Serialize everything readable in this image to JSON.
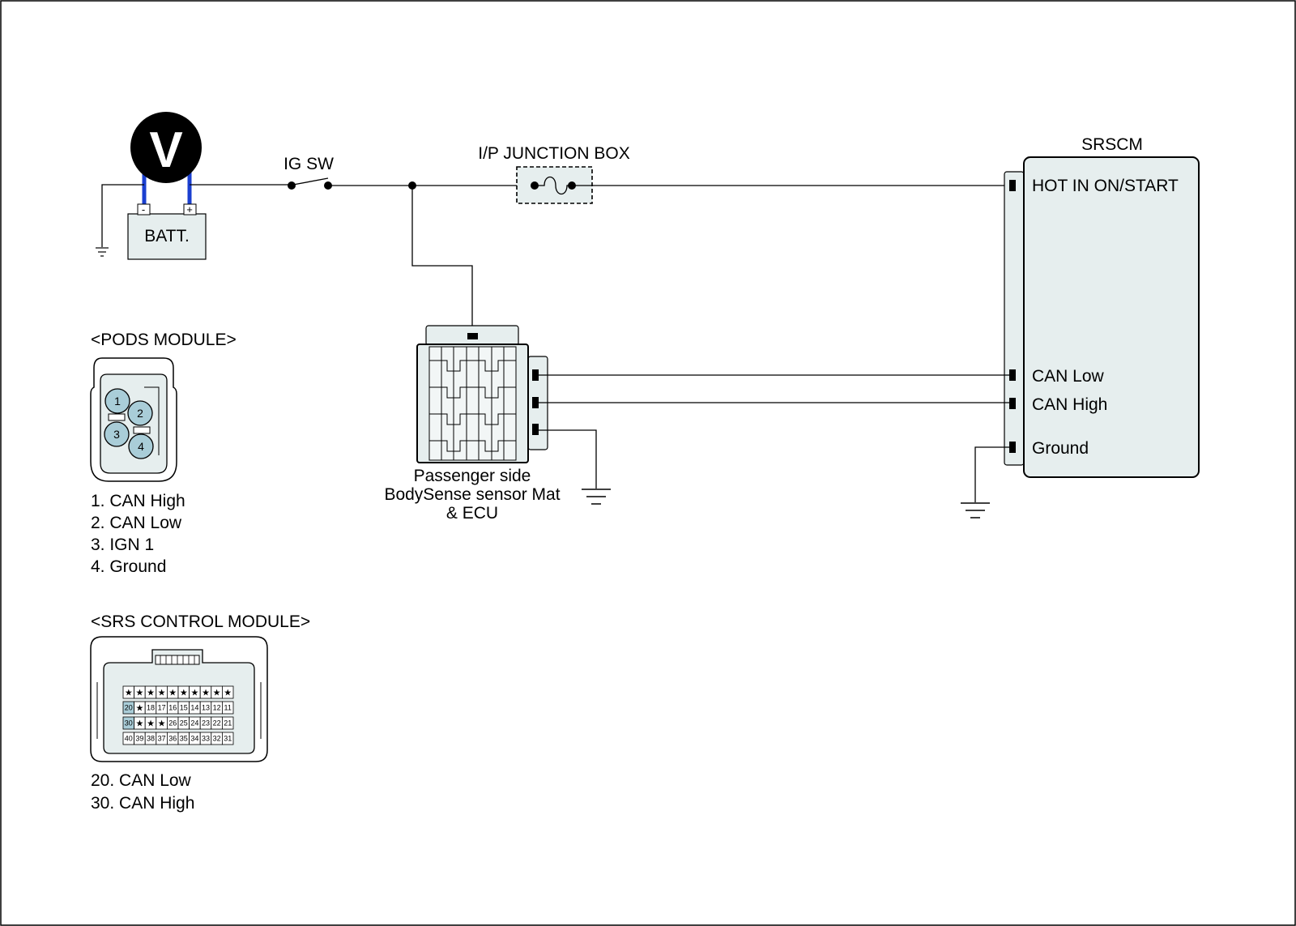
{
  "battery": {
    "label": "BATT.",
    "neg": "-",
    "pos": "+",
    "voltmeter": "V"
  },
  "ig_switch": {
    "label": "IG SW"
  },
  "junction_box": {
    "label": "I/P JUNCTION BOX"
  },
  "srscm": {
    "title": "SRSCM",
    "pins": [
      "HOT IN ON/START",
      "CAN Low",
      "CAN High",
      "Ground"
    ]
  },
  "ecu": {
    "label_lines": [
      "Passenger side",
      "BodySense sensor Mat",
      "& ECU"
    ]
  },
  "pods_module": {
    "title": "<PODS MODULE>",
    "pin_numbers": [
      "1",
      "2",
      "3",
      "4"
    ],
    "pin_list": [
      "1. CAN High",
      "2. CAN Low",
      "3. IGN 1",
      "4. Ground"
    ]
  },
  "srs_module": {
    "title": "<SRS CONTROL MODULE>",
    "rows": [
      [
        "★",
        "★",
        "★",
        "★",
        "★",
        "★",
        "★",
        "★",
        "★",
        "★"
      ],
      [
        "20",
        "★",
        "18",
        "17",
        "16",
        "15",
        "14",
        "13",
        "12",
        "11"
      ],
      [
        "30",
        "★",
        "★",
        "★",
        "26",
        "25",
        "24",
        "23",
        "22",
        "21"
      ],
      [
        "40",
        "39",
        "38",
        "37",
        "36",
        "35",
        "34",
        "33",
        "32",
        "31"
      ]
    ],
    "highlight": [
      "20",
      "30"
    ],
    "pin_list": [
      "20. CAN Low",
      "30. CAN High"
    ]
  },
  "colors": {
    "module_fill": "#e6eeee",
    "pin_fill": "#a9cdd8",
    "battery_wire": "#1a3fd0"
  }
}
